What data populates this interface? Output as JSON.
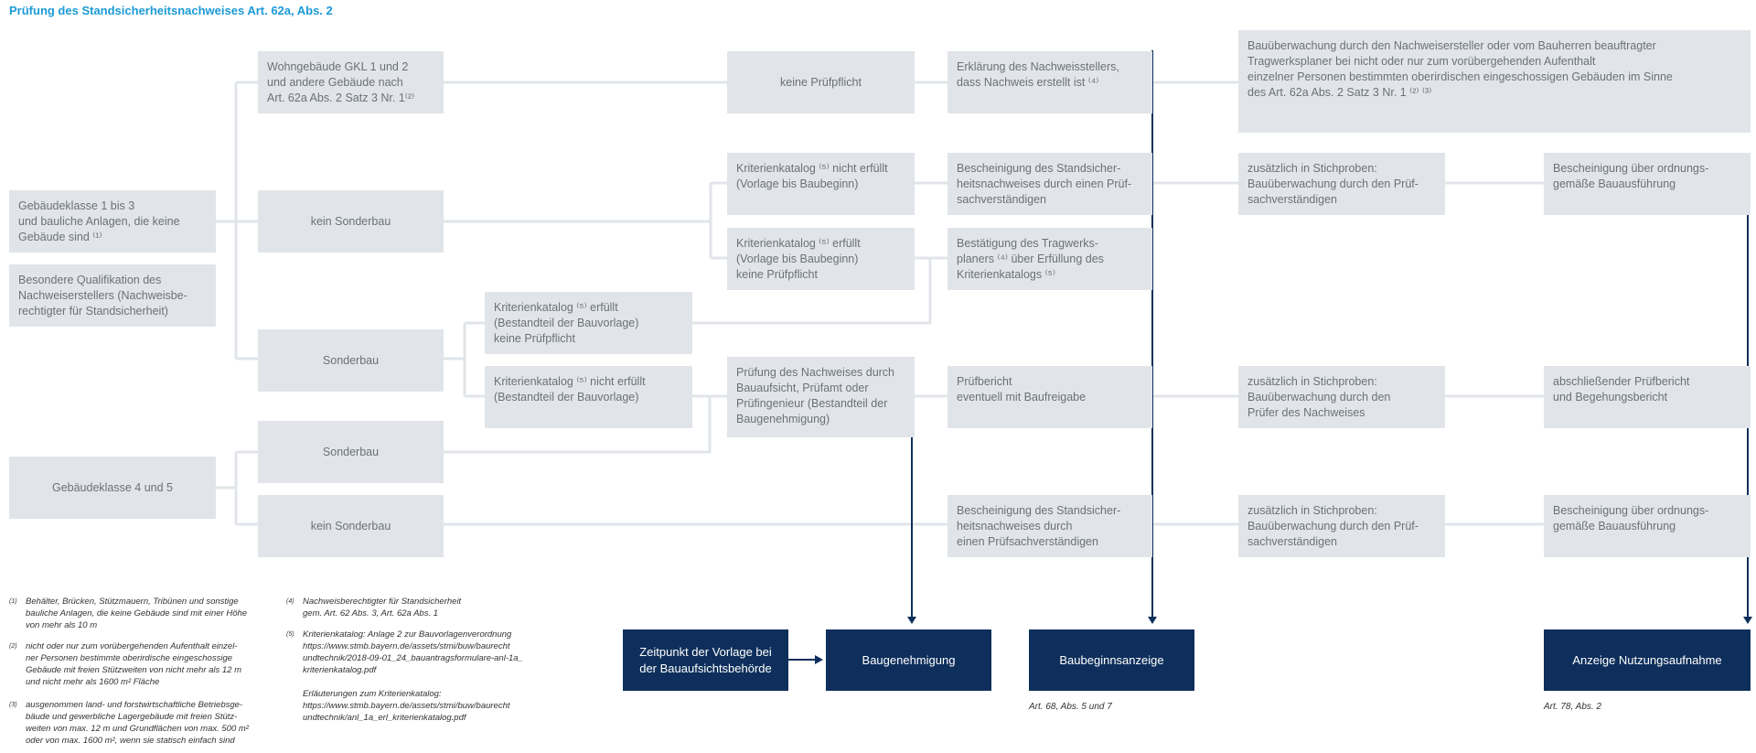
{
  "title": "Prüfung des Standsicherheitsnachweises Art. 62a, Abs. 2",
  "boxes": {
    "gkl13": "Gebäudeklasse 1 bis 3\nund bauliche Anlagen, die keine\nGebäude sind ⁽¹⁾",
    "qualifikation": "Besondere Qualifikation des\nNachweiserstellers (Nachweisbe-\nrechtigter für Standsicherheit)",
    "gkl45": "Gebäudeklasse 4 und 5",
    "wohngebaeude": "Wohngebäude GKL 1 und 2\nund andere Gebäude nach\nArt. 62a Abs. 2 Satz 3 Nr. 1⁽²⁾",
    "kein_sonderbau_1": "kein Sonderbau",
    "sonderbau_1": "Sonderbau",
    "sonderbau_2": "Sonderbau",
    "kein_sonderbau_2": "kein Sonderbau",
    "kk_erfuellt_bauvorlage": "Kriterienkatalog ⁽⁵⁾ erfüllt\n(Bestandteil der Bauvorlage)\nkeine Prüfpflicht",
    "kk_nicht_erfuellt_bauvorlage": "Kriterienkatalog ⁽⁵⁾ nicht erfüllt\n(Bestandteil der Bauvorlage)",
    "keine_pruefpflicht": "keine Prüfpflicht",
    "kk_nicht_erfuellt_baubeginn": "Kriterienkatalog ⁽⁵⁾ nicht erfüllt\n(Vorlage bis Baubeginn)",
    "kk_erfuellt_baubeginn": "Kriterienkatalog ⁽⁵⁾ erfüllt\n(Vorlage bis Baubeginn)\nkeine Prüfpflicht",
    "pruefung_nachweis": "Prüfung des Nachweises durch\nBauaufsicht, Prüfamt oder\nPrüfingenieur (Bestandteil der\nBaugenehmigung)",
    "erklaerung": "Erklärung des Nachweisstellers,\ndass Nachweis erstellt ist ⁽⁴⁾",
    "bescheinigung_1": "Bescheinigung des Standsicher-\nheitsnachweises durch einen Prüf-\nsachverständigen",
    "bestaetigung": "Bestätigung des Tragwerks-\nplaners ⁽⁴⁾ über Erfüllung des\nKriterienkatalogs ⁽⁵⁾",
    "pruefbericht": "Prüfbericht\neventuell mit Baufreigabe",
    "bescheinigung_2": "Bescheinigung des Standsicher-\nheitsnachweises durch\neinen Prüfsachverständigen",
    "bauueberwachung": "Bauüberwachung durch den Nachweisersteller oder vom Bauherren beauftragter\nTragwerksplaner bei nicht oder nur zum vorübergehenden Aufenthalt\neinzelner Personen bestimmten oberirdischen eingeschossigen Gebäuden im Sinne\ndes Art. 62a Abs. 2 Satz 3 Nr. 1 ⁽²⁾ ⁽³⁾",
    "stichproben_1": "zusätzlich in Stichproben:\nBauüberwachung durch den Prüf-\nsachverständigen",
    "stichproben_2": "zusätzlich in Stichproben:\nBauüberwachung durch den\nPrüfer des Nachweises",
    "stichproben_3": "zusätzlich in Stichproben:\nBauüberwachung durch den Prüf-\nsachverständigen",
    "bescheinigung_ausfuehrung_1": "Bescheinigung über ordnungs-\ngemäße Bauausführung",
    "abschliessender_pruefbericht": "abschließender Prüfbericht\nund Begehungsbericht",
    "bescheinigung_ausfuehrung_2": "Bescheinigung über ordnungs-\ngemäße Bauausführung"
  },
  "milestones": {
    "zeitpunkt": "Zeitpunkt der Vorlage bei\nder Bauaufsichtsbehörde",
    "baugenehmigung": "Baugenehmigung",
    "baubeginnsanzeige": "Baubeginnsanzeige",
    "nutzungsaufnahme": "Anzeige Nutzungsaufnahme"
  },
  "milestone_notes": {
    "baubeginn": "Art. 68, Abs. 5 und 7",
    "nutzung": "Art. 78, Abs. 2"
  },
  "footnotes": [
    {
      "num": "(1)",
      "text": "Behälter, Brücken, Stützmauern, Tribünen und sonstige\nbauliche Anlagen, die keine Gebäude sind mit einer Höhe\nvon mehr als 10 m"
    },
    {
      "num": "(2)",
      "text": "nicht oder nur zum vorübergehenden Aufenthalt einzel-\nner Personen bestimmte oberirdische eingeschossige\nGebäude mit freien Stützweiten von nicht mehr als 12 m\nund nicht mehr als 1600 m² Fläche"
    },
    {
      "num": "(3)",
      "text": "ausgenommen land- und forstwirtschaftliche Betriebsge-\nbäude und gewerbliche Lagergebäude mit freien Stütz-\nweiten von max. 12 m und Grundflächen von max. 500 m²\noder von max. 1600 m², wenn sie statisch einfach sind"
    },
    {
      "num": "(4)",
      "text": "Nachweisberechtigter für Standsicherheit\ngem. Art. 62 Abs. 3, Art. 62a Abs. 1"
    },
    {
      "num": "(5)",
      "text": "Kriterienkatalog: Anlage 2 zur Bauvorlagenverordnung\nhttps://www.stmb.bayern.de/assets/stmi/buw/baurecht\nundtechnik/2018-09-01_24_bauantragsformulare-anl-1a_\nkriterienkatalog.pdf"
    },
    {
      "num": "",
      "text": "Erläuterungen zum Kriterienkatalog:\nhttps://www.stmb.bayern.de/assets/stmi/buw/baurecht\nundtechnik/anl_1a_erl_kriterienkatalog.pdf"
    }
  ],
  "colors": {
    "title": "#1b9ad6",
    "box": "#e1e5e9",
    "box_text": "#6b7176",
    "connector": "#e1e5e9",
    "milestone": "#0e2f5b"
  }
}
